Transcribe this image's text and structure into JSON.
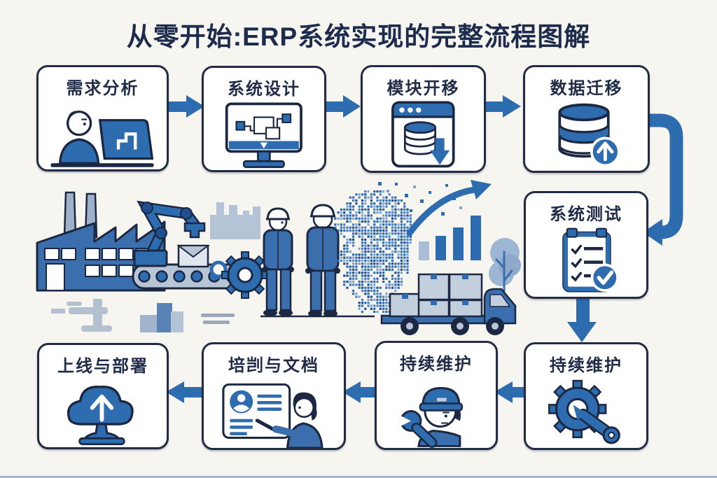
{
  "title": "从零开始:ERP系统实现的完整流程图解",
  "colors": {
    "background": "#f7f5f0",
    "box_border": "#222d45",
    "text": "#1f2b47",
    "arrow_blue": "#2e6cb0",
    "fill_blue": "#3a6ead",
    "light_blue": "#b7c5d6"
  },
  "flow": {
    "top_row": [
      {
        "label": "需求分析",
        "icon": "analyst-laptop-icon"
      },
      {
        "label": "系统设计",
        "icon": "monitor-diagram-icon"
      },
      {
        "label": "模块开移",
        "icon": "window-database-download-icon"
      },
      {
        "label": "数据迁移",
        "icon": "database-upload-icon"
      }
    ],
    "middle_right": {
      "label": "系统测试",
      "icon": "checklist-icon"
    },
    "bottom_row": [
      {
        "label": "上线与部署",
        "icon": "cloud-upload-icon"
      },
      {
        "label": "培剀与文档",
        "icon": "presentation-trainer-icon"
      },
      {
        "label": "持续维护",
        "icon": "technician-wrench-icon"
      },
      {
        "label": "持续维护",
        "icon": "gear-wrench-icon"
      }
    ]
  },
  "connectors": [
    "right-arrow",
    "right-arrow",
    "right-arrow",
    "elbow-down-left-arrow",
    "down-arrow",
    "left-arrow",
    "left-arrow",
    "left-arrow"
  ],
  "illustrations": [
    "factory-icon",
    "robotic-arm-icon",
    "conveyor-belt-icon",
    "factory-silhouette-icon",
    "machine-silhouette-icon",
    "box-stack-icon",
    "gear-icon",
    "workers-icon",
    "pixel-head-icon",
    "growth-bars-icon",
    "growth-arrow-icon",
    "scatter-pixels-icon",
    "tree-icon",
    "delivery-truck-icon"
  ]
}
